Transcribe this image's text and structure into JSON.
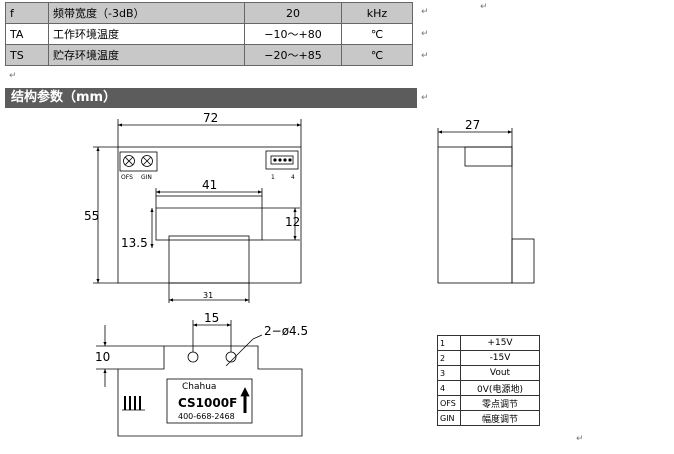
{
  "spec_rows": [
    {
      "symbol": "f",
      "param": "频带宽度（-3dB）",
      "value": "20",
      "unit": "kHz"
    },
    {
      "symbol": "TA",
      "param": "工作环境温度",
      "value": "−10～+80",
      "unit": "℃"
    },
    {
      "symbol": "TS",
      "param": "贮存环境温度",
      "value": "−20～+85",
      "unit": "℃"
    }
  ],
  "section_title": "结构参数（mm）",
  "return_mark": "↵",
  "front_view": {
    "dim_width": "72",
    "dim_height": "55",
    "dim_window_width": "41",
    "dim_window_offset": "13.5",
    "dim_window_height": "12",
    "dim_slot_width": "31",
    "trimmer_labels": [
      "OFS",
      "GIN"
    ],
    "connector_pins": [
      "1",
      "4"
    ]
  },
  "side_view": {
    "dim_depth": "27"
  },
  "bottom_view": {
    "dim_hole_spacing": "15",
    "dim_holes": "2−ø4.5",
    "dim_flange": "10",
    "brand": "Chahua",
    "model": "CS1000F",
    "phone": "400-668-2468"
  },
  "pin_table": [
    {
      "pin": "1",
      "function": "+15V"
    },
    {
      "pin": "2",
      "function": "-15V"
    },
    {
      "pin": "3",
      "function": "Vout"
    },
    {
      "pin": "4",
      "function": "0V(电源地)"
    },
    {
      "pin": "OFS",
      "function": "零点调节"
    },
    {
      "pin": "GIN",
      "function": "幅度调节"
    }
  ]
}
